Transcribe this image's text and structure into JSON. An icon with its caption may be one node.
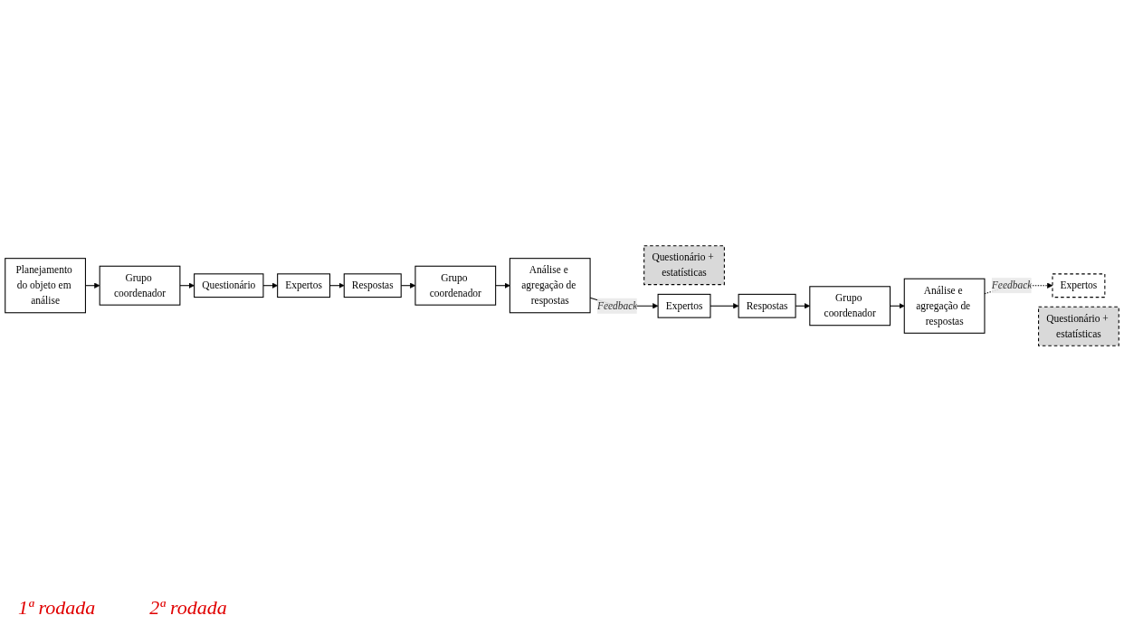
{
  "diagram": {
    "nodes": [
      {
        "text": [
          "Planejamento do objeto em análise"
        ]
      },
      {
        "text": [
          "Grupo coordenador"
        ]
      },
      {
        "text": [
          "Questionário"
        ]
      },
      {
        "text": [
          "Expertos"
        ]
      },
      {
        "text": [
          "Análise e agregação de respostas"
        ]
      },
      {
        "text": [
          "Grupo coordenador"
        ]
      },
      {
        "text": [
          "Respostas"
        ]
      },
      {
        "text": [
          "Questionário + estatísticas"
        ]
      },
      {
        "text": [
          "Expertos"
        ]
      },
      {
        "text": [
          "Respostas"
        ]
      },
      {
        "text": [
          "Grupo coordenador"
        ]
      },
      {
        "text": [
          "Análise e agregação de respostas"
        ]
      },
      {
        "text": [
          "Questionário + estatísticas"
        ]
      },
      {
        "text": [
          "Expertos"
        ]
      }
    ],
    "edges": [
      {
        "from": 0,
        "to": 1,
        "arrow": "to"
      },
      {
        "from": 1,
        "to": 2,
        "arrow": "to"
      },
      {
        "from": 2,
        "to": 3,
        "arrow": "to"
      },
      {
        "from": 3,
        "to": 6,
        "arrow": "to"
      },
      {
        "from": 6,
        "to": 5,
        "arrow": "to"
      },
      {
        "from": 5,
        "to": 4,
        "arrow": "to"
      },
      {
        "from": 4,
        "to": 8,
        "arrow": "to",
        "label": "Feedback"
      },
      {
        "from": 8,
        "to": 9,
        "arrow": "to"
      },
      {
        "from": 9,
        "to": 10,
        "arrow": "to"
      },
      {
        "from": 10,
        "to": 11,
        "arrow": "to"
      },
      {
        "from": 11,
        "to": 13,
        "arrow": "to",
        "label": "Feedback",
        "style": "dashed"
      }
    ],
    "labels": [
      "1ª rodada",
      "2ª rodada"
    ]
  }
}
